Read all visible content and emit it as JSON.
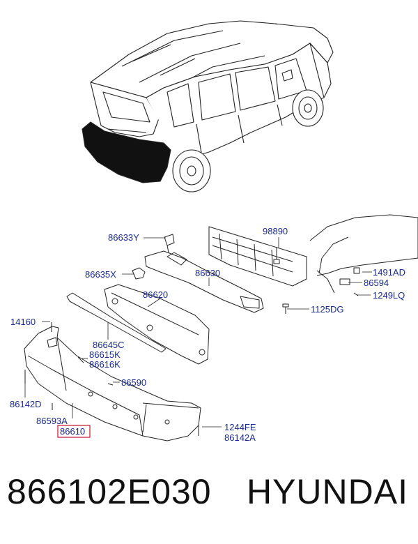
{
  "labels": {
    "l86633Y": "86633Y",
    "l98890": "98890",
    "l86635X": "86635X",
    "l86630": "86630",
    "l1491AD": "1491AD",
    "l86594": "86594",
    "l1249LQ": "1249LQ",
    "l86620": "86620",
    "l1125DG": "1125DG",
    "l14160": "14160",
    "l86645C": "86645C",
    "l86615K": "86615K",
    "l86616K": "86616K",
    "l86590": "86590",
    "l86142D": "86142D",
    "l86593A": "86593A",
    "l86610": "86610",
    "l1244FE": "1244FE",
    "l86142A": "86142A"
  },
  "footer": {
    "part_number": "866102E030",
    "brand": "HYUNDAI"
  },
  "colors": {
    "label": "#1a2a8a",
    "highlight": "#c8102e",
    "line": "#222222"
  }
}
